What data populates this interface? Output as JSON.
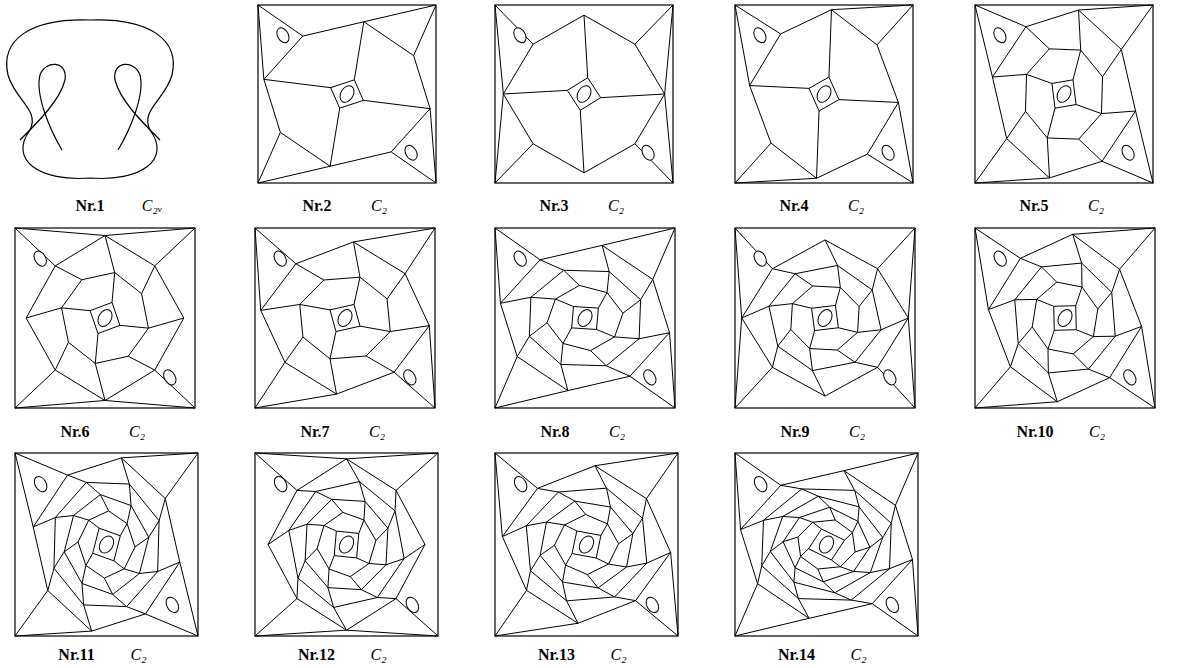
{
  "diagram": {
    "labels": [
      "Nr.1",
      "C₂ᵥ",
      "Nr.2",
      "C₂",
      "Nr.3",
      "C₂",
      "Nr.4",
      "C₂",
      "Nr.5",
      "C₂",
      "Nr.6",
      "C₂",
      "Nr.7",
      "C₂",
      "Nr.8",
      "C₂",
      "Nr.9",
      "C₂",
      "Nr.10",
      "C₂",
      "Nr.11",
      "C₂",
      "Nr.12",
      "C₂",
      "Nr.13",
      "C₂",
      "Nr.14",
      "C₂"
    ]
  }
}
